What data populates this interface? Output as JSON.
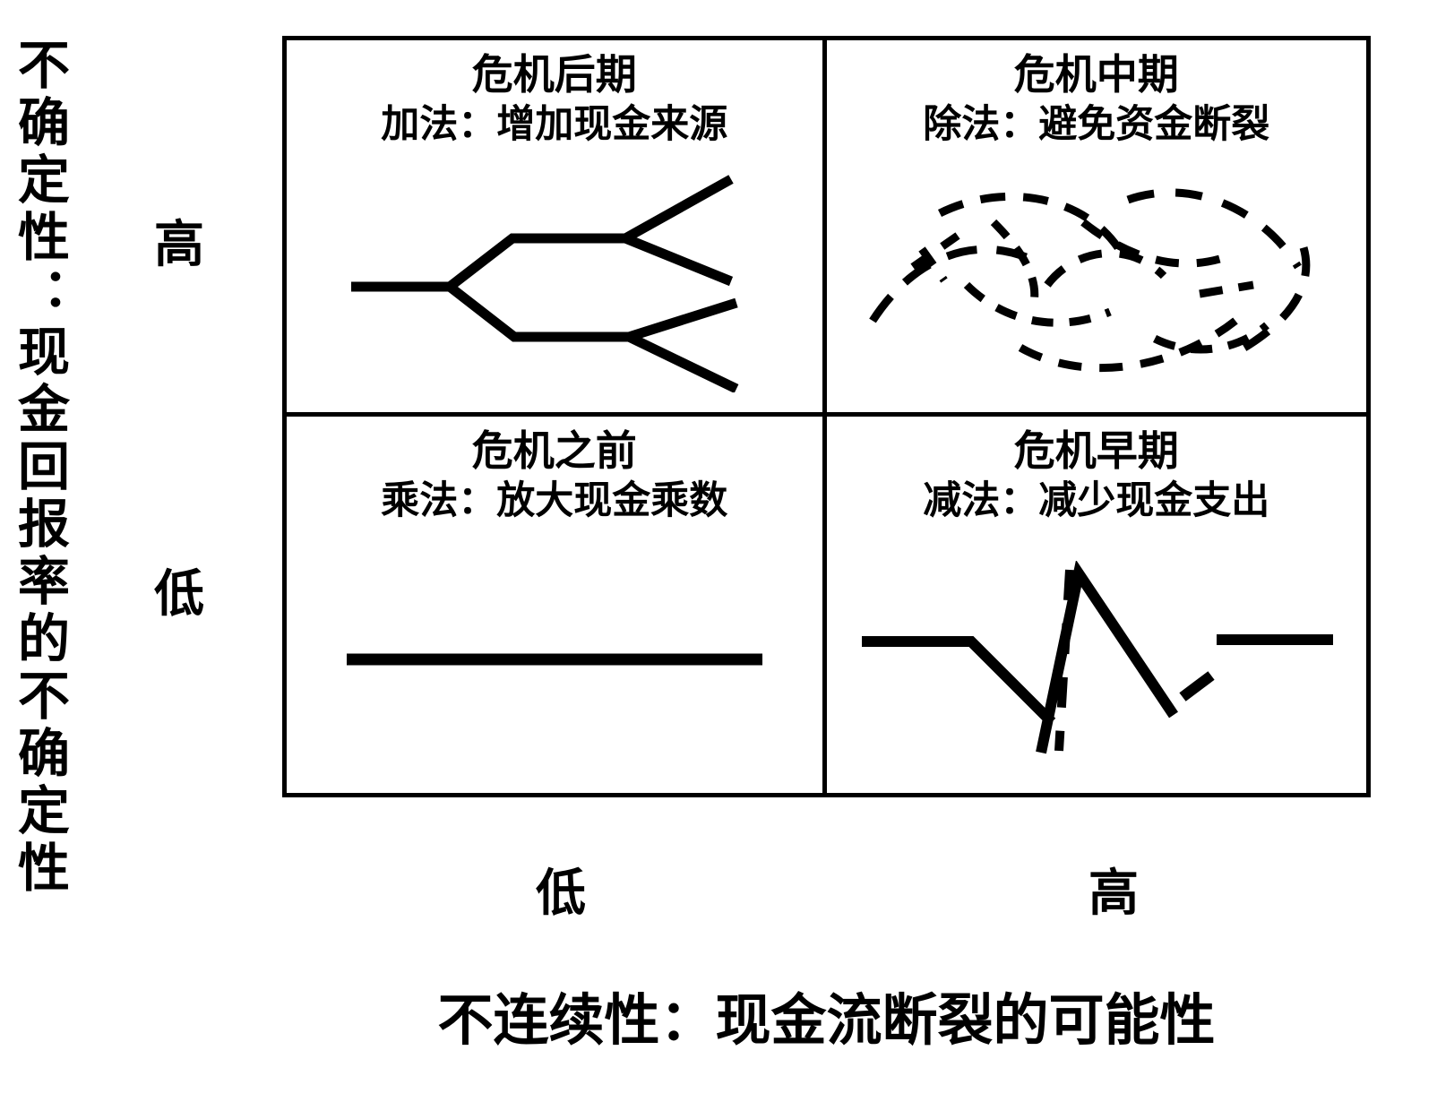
{
  "y_axis": {
    "title": "不确定性：现金回报率的不确定性",
    "tick_high": "高",
    "tick_low": "低"
  },
  "x_axis": {
    "title": "不连续性：现金流断裂的可能性",
    "tick_low": "低",
    "tick_high": "高"
  },
  "quadrants": {
    "top_left": {
      "title": "危机后期",
      "subtitle": "加法：增加现金来源",
      "icon": "branching-line-icon"
    },
    "top_right": {
      "title": "危机中期",
      "subtitle": "除法：避免资金断裂",
      "icon": "chaos-dashes-icon"
    },
    "bottom_left": {
      "title": "危机之前",
      "subtitle": "乘法：放大现金乘数",
      "icon": "straight-line-icon"
    },
    "bottom_right": {
      "title": "危机早期",
      "subtitle": "减法：减少现金支出",
      "icon": "broken-zigzag-icon"
    }
  },
  "colors": {
    "stroke": "#000000",
    "background": "#ffffff"
  }
}
